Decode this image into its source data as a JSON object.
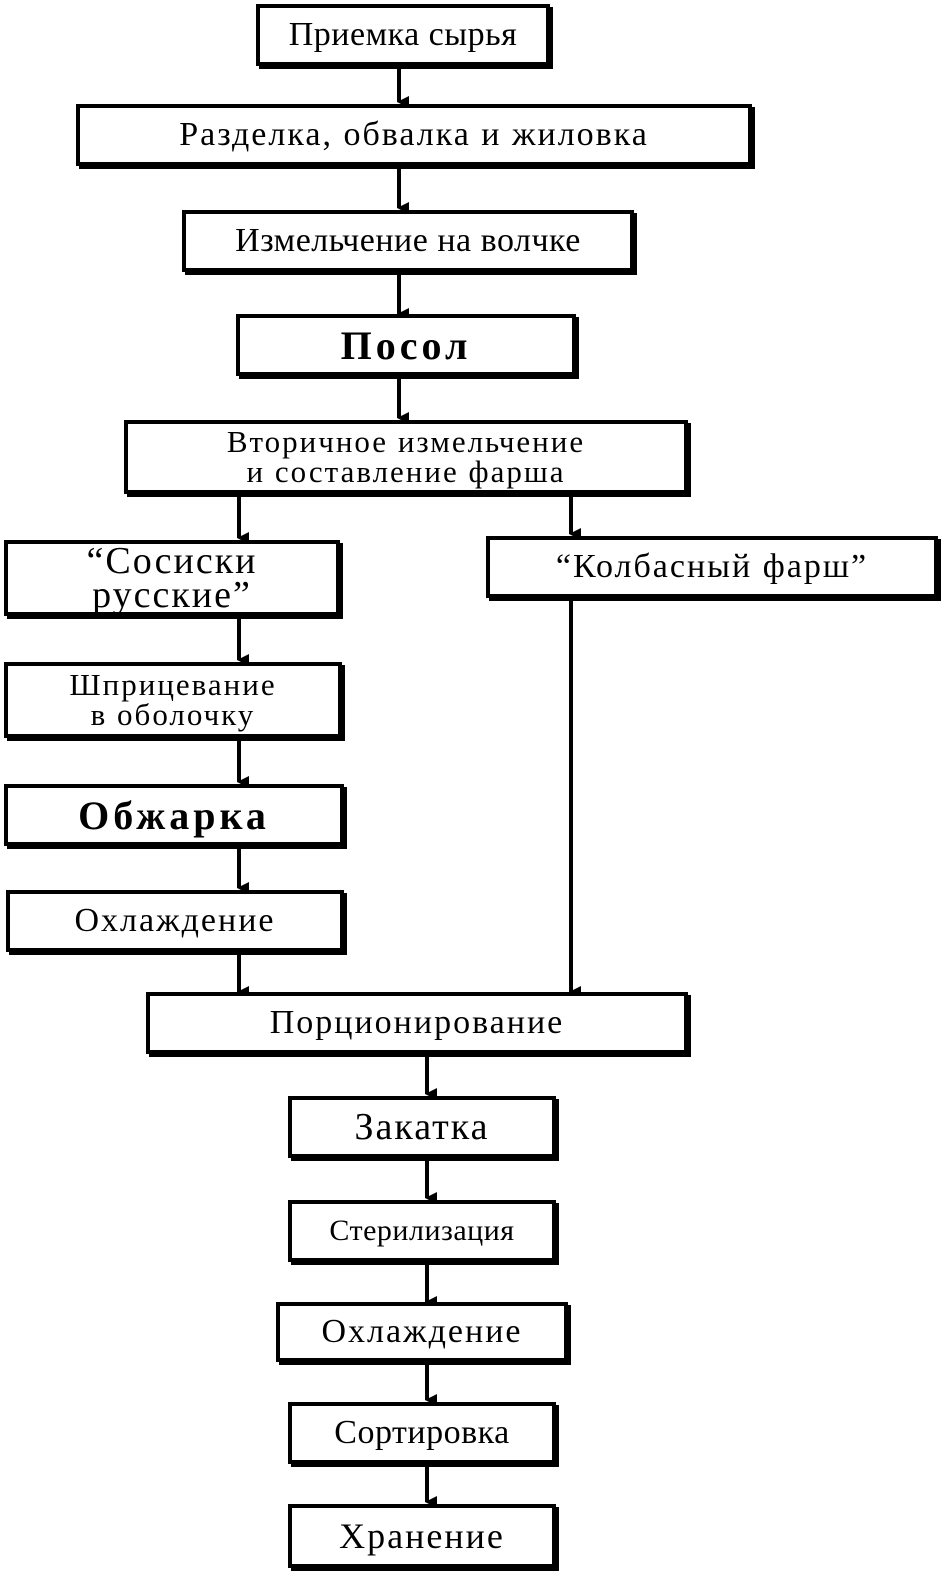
{
  "steps": {
    "reception": "Приемка сырья",
    "cutting": "Разделка, обвалка и жиловка",
    "grinding": "Измельчение на волчке",
    "salting": "Посол",
    "secondary_line1": "Вторичное измельчение",
    "secondary_line2": "и составление фарша",
    "sausages_line1": "“Сосиски",
    "sausages_line2": "русские”",
    "sausage_mince": "“Колбасный фарш”",
    "stuffing_line1": "Шприцевание",
    "stuffing_line2": "в оболочку",
    "frying": "Обжарка",
    "cooling1": "Охлаждение",
    "portioning": "Порционирование",
    "seaming": "Закатка",
    "sterilization": "Стерилизация",
    "cooling2": "Охлаждение",
    "sorting": "Сортировка",
    "storage": "Хранение"
  },
  "colors": {
    "stroke": "#000000",
    "background": "#ffffff"
  }
}
